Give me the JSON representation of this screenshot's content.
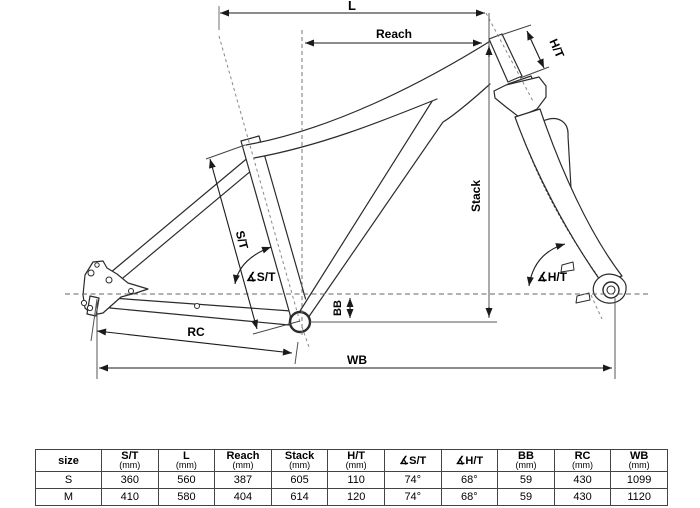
{
  "diagram": {
    "labels": {
      "l": "L",
      "reach": "Reach",
      "ht": "H/T",
      "stack": "Stack",
      "st": "S/T",
      "angle_st": "∡S/T",
      "angle_ht": "∡H/T",
      "bb": "BB",
      "rc": "RC",
      "wb": "WB"
    },
    "line_color": "#2b2b2b",
    "dash_color": "#777777"
  },
  "table": {
    "headers": [
      {
        "label": "size",
        "unit": ""
      },
      {
        "label": "S/T",
        "unit": "(mm)"
      },
      {
        "label": "L",
        "unit": "(mm)"
      },
      {
        "label": "Reach",
        "unit": "(mm)"
      },
      {
        "label": "Stack",
        "unit": "(mm)"
      },
      {
        "label": "H/T",
        "unit": "(mm)"
      },
      {
        "label": "∡S/T",
        "unit": ""
      },
      {
        "label": "∡H/T",
        "unit": ""
      },
      {
        "label": "BB",
        "unit": "(mm)"
      },
      {
        "label": "RC",
        "unit": "(mm)"
      },
      {
        "label": "WB",
        "unit": "(mm)"
      }
    ],
    "rows": [
      {
        "cells": [
          "S",
          "360",
          "560",
          "387",
          "605",
          "110",
          "74°",
          "68°",
          "59",
          "430",
          "1099"
        ]
      },
      {
        "cells": [
          "M",
          "410",
          "580",
          "404",
          "614",
          "120",
          "74°",
          "68°",
          "59",
          "430",
          "1120"
        ]
      }
    ]
  }
}
